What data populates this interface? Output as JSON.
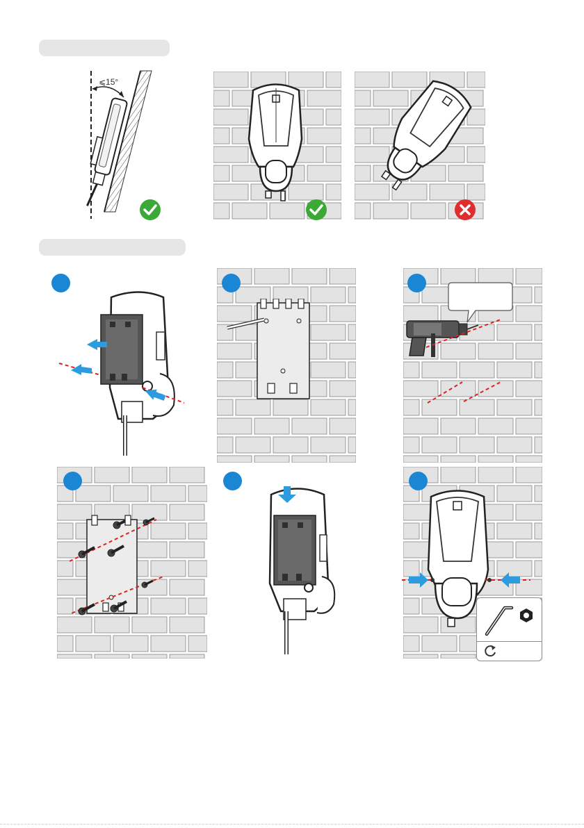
{
  "sections": {
    "orientation_header": "",
    "installation_header": ""
  },
  "tilt_angle_label": "⩽15°",
  "status_icons": {
    "tilt": "check-icon",
    "upright": "check-icon",
    "tilted_wall": "cross-icon"
  },
  "colors": {
    "ok_green": "#3aa935",
    "error_red": "#e02d2d",
    "step_blue": "#1b86d4",
    "arrow_blue": "#2c9bdf",
    "guide_red": "#e02020",
    "brick_fill": "#e3e3e3",
    "brick_stroke": "#9a9a9a",
    "device_dark": "#2f2f2f"
  },
  "steps": [
    {
      "id": 1,
      "number": ""
    },
    {
      "id": 2,
      "number": ""
    },
    {
      "id": 3,
      "number": ""
    },
    {
      "id": 4,
      "number": ""
    },
    {
      "id": 5,
      "number": ""
    },
    {
      "id": 6,
      "number": ""
    }
  ],
  "drill_callout": "",
  "tool_box_icons": [
    "hex-key-icon",
    "hex-nut-icon",
    "rotate-clockwise-icon"
  ]
}
